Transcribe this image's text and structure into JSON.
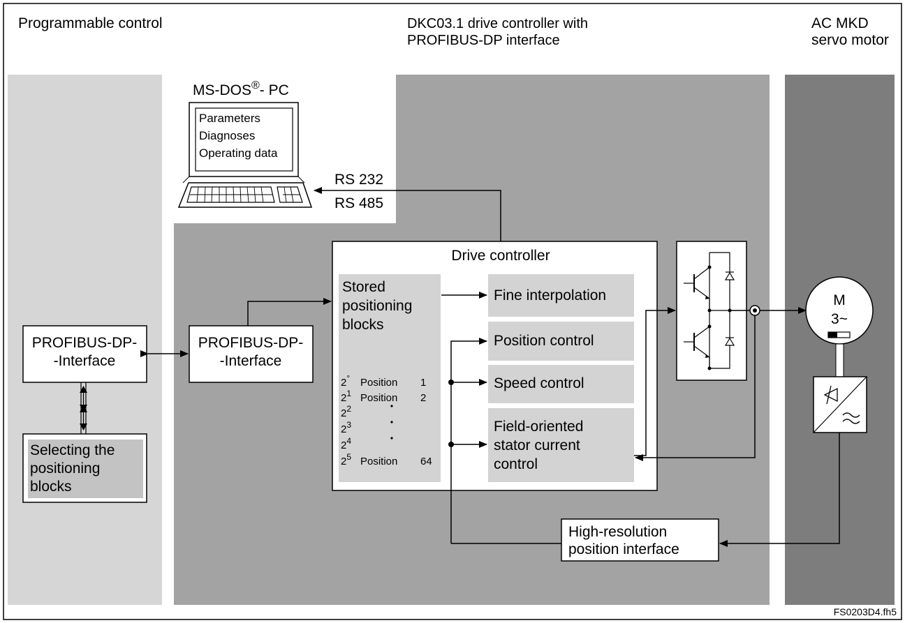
{
  "headers": {
    "programmable_control": "Programmable control",
    "drive_line1": "DKC03.1 drive controller with",
    "drive_line2": "PROFIBUS-DP interface",
    "motor_line1": "AC MKD",
    "motor_line2": "servo motor"
  },
  "pc": {
    "title_pre": "MS-DOS",
    "title_sup": "®",
    "title_post": "- PC",
    "screen_lines": [
      "Parameters",
      "Diagnoses",
      "Operating data"
    ]
  },
  "serial": {
    "rs232": "RS 232",
    "rs485": "RS 485"
  },
  "control_profibus": {
    "line1": "PROFIBUS-DP-",
    "line2": "-Interface"
  },
  "selecting": {
    "line1": "Selecting the",
    "line2": "positioning",
    "line3": "blocks"
  },
  "drive_profibus": {
    "line1": "PROFIBUS-DP-",
    "line2": "-Interface"
  },
  "drive_controller": {
    "title": "Drive controller",
    "stored": {
      "line1": "Stored",
      "line2": "positioning",
      "line3": "blocks"
    },
    "blocks": [
      {
        "pow_base": "2",
        "pow_exp": "°",
        "label": "Position",
        "num": "1"
      },
      {
        "pow_base": "2",
        "pow_exp": "1",
        "label": "Position",
        "num": "2"
      },
      {
        "pow_base": "2",
        "pow_exp": "2",
        "label": "",
        "num": ""
      },
      {
        "pow_base": "2",
        "pow_exp": "3",
        "label": "",
        "num": ""
      },
      {
        "pow_base": "2",
        "pow_exp": "4",
        "label": "",
        "num": ""
      },
      {
        "pow_base": "2",
        "pow_exp": "5",
        "label": "Position",
        "num": "64"
      }
    ],
    "fine_interpolation": "Fine interpolation",
    "position_control": "Position control",
    "speed_control": "Speed control",
    "field_oriented": {
      "line1": "Field-oriented",
      "line2": "stator current",
      "line3": "control"
    }
  },
  "motor": {
    "symbol": "M",
    "phase": "3~"
  },
  "encoder_interface": {
    "line1": "High-resolution",
    "line2": "position interface"
  },
  "figure_id": "FS0203D4.fh5"
}
